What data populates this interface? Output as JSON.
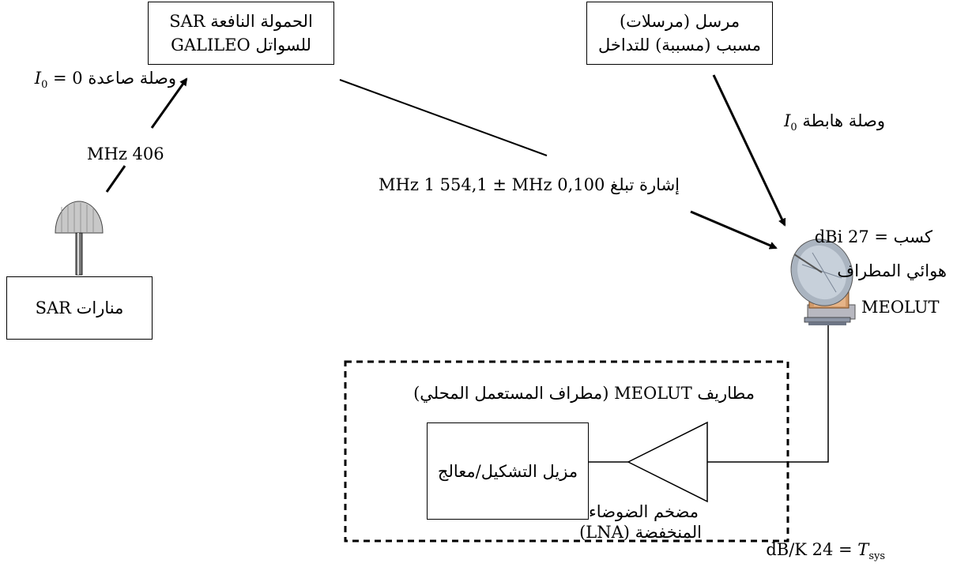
{
  "boxes": {
    "galileo_line1": "الحمولة النافعة SAR",
    "galileo_line2": "للسواتل GALILEO",
    "interferer_line1": "مرسل (مرسلات)",
    "interferer_line2": "مسبب (مسببة) للتداخل",
    "beacons": "منارات SAR",
    "meolut_terminal": "مطاريف MEOLUT (مطراف المستعمل المحلي)",
    "demod": "مزيل التشكيل/معالج"
  },
  "labels": {
    "uplink_text": "وصلة صاعدة 0 = ",
    "uplink_symbol": "I",
    "uplink_sub": "0",
    "freq_406": "MHz 406",
    "downlink_text": "وصلة هابطة ",
    "downlink_symbol": "I",
    "downlink_sub": "0",
    "signal": "إشارة تبلغ MHz 1 554,1 ± MHz 0,100",
    "gain": "كسب = dBi 27",
    "antenna_line1": "هوائي المطراف",
    "antenna_line2": "MEOLUT",
    "lna_line1": "مضخم الضوضاء",
    "lna_line2": "المنخفضة (LNA)",
    "tsys_text": "dB/K 24 = ",
    "tsys_symbol": "T",
    "tsys_sub": "sys"
  }
}
